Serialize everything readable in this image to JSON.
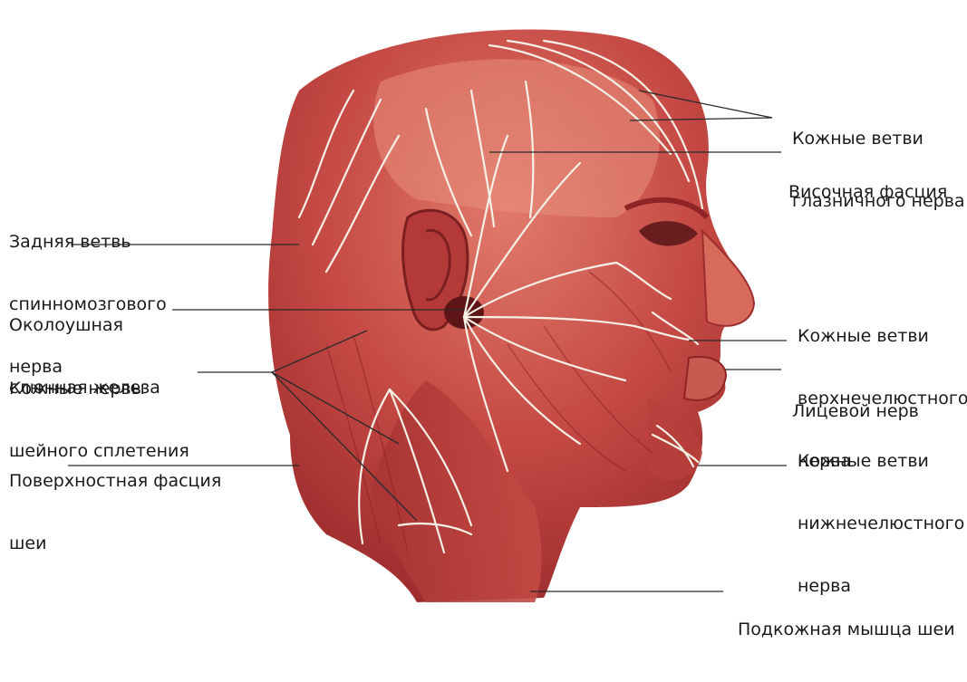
{
  "colors": {
    "muscle": "#b83a38",
    "muscle_dark": "#8e2425",
    "skin": "#d46b5c",
    "nerve": "#f6f1e6",
    "text": "#1a1a1a",
    "leader": "#2a2a2a"
  },
  "labels": {
    "orbital_branches": {
      "line1": "Кожные ветви",
      "line2": "глазничного нерва"
    },
    "temporal_fascia": {
      "line1": "Височная фасция"
    },
    "posterior_spinal": {
      "line1": "Задняя ветвь",
      "line2": "спинномозгового",
      "line3": "нерва"
    },
    "parotid": {
      "line1": "Околоушная",
      "line2": "слюнная железа"
    },
    "cervical_nerves": {
      "line1": "Кожные нервы",
      "line2": "шейного сплетения"
    },
    "neck_fascia": {
      "line1": "Поверхностная фасция",
      "line2": "шеи"
    },
    "maxillary_branches": {
      "line1": "Кожные ветви",
      "line2": "верхнечелюстного",
      "line3": "нерва"
    },
    "facial_nerve": {
      "line1": "Лицевой нерв"
    },
    "mandibular_branches": {
      "line1": "Кожные ветви",
      "line2": "нижнечелюстного",
      "line3": "нерва"
    },
    "platysma": {
      "line1": "Подкожная мышца шеи"
    }
  }
}
